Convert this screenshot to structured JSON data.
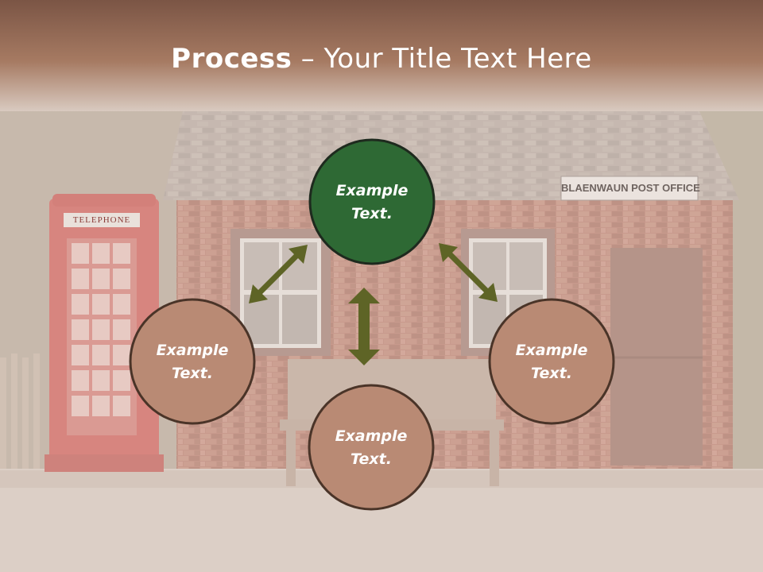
{
  "title": {
    "bold": "Process",
    "dash": " – ",
    "rest": "Your Title Text Here"
  },
  "photo": {
    "telephone_sign": "TELEPHONE",
    "post_office_sign": "BLAENWAUN POST OFFICE"
  },
  "nodes": [
    {
      "id": "top",
      "line1": "Example",
      "line2": "Text.",
      "fill": "#2e6934"
    },
    {
      "id": "left",
      "line1": "Example",
      "line2": "Text.",
      "fill": "#b98a74"
    },
    {
      "id": "bottom",
      "line1": "Example",
      "line2": "Text.",
      "fill": "#b98a74"
    },
    {
      "id": "right",
      "line1": "Example",
      "line2": "Text.",
      "fill": "#b98a74"
    }
  ],
  "colors": {
    "arrow": "#5e6426",
    "circle_stroke": "#4a3428",
    "title_band": "#7b5545"
  }
}
